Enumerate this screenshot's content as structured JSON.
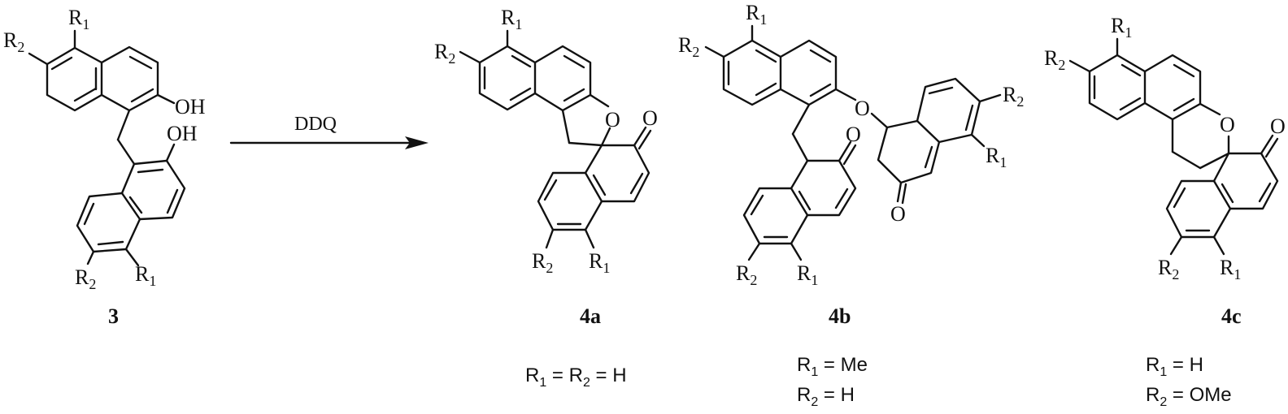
{
  "scheme": {
    "reagent": "DDQ",
    "arrow": "reaction-arrow"
  },
  "compounds": [
    {
      "id": "3",
      "label": "3",
      "role": "starting-material",
      "substituent_labels": [
        "R",
        "1",
        "R",
        "2"
      ],
      "functional_labels": [
        "OH",
        "OH"
      ]
    },
    {
      "id": "4a",
      "label": "4a",
      "role": "product",
      "conditions_line1": {
        "r1": "R",
        "r1_sub": "1",
        "eq1": " = ",
        "r2": "R",
        "r2_sub": "2",
        "eq2": " = H"
      },
      "atoms": [
        "O",
        "O"
      ]
    },
    {
      "id": "4b",
      "label": "4b",
      "role": "product",
      "conditions_line1": {
        "r": "R",
        "sub": "1",
        "text": " = Me"
      },
      "conditions_line2": {
        "r": "R",
        "sub": "2",
        "text": " = H"
      },
      "atoms": [
        "O",
        "O",
        "O"
      ]
    },
    {
      "id": "4c",
      "label": "4c",
      "role": "product",
      "conditions_line1": {
        "r": "R",
        "sub": "1",
        "text": " = H"
      },
      "conditions_line2": {
        "r": "R",
        "sub": "2",
        "text": " = OMe"
      },
      "atoms": [
        "O",
        "O"
      ]
    }
  ],
  "atom_text": {
    "R": "R",
    "one": "1",
    "two": "2",
    "OH": "OH",
    "O": "O"
  }
}
